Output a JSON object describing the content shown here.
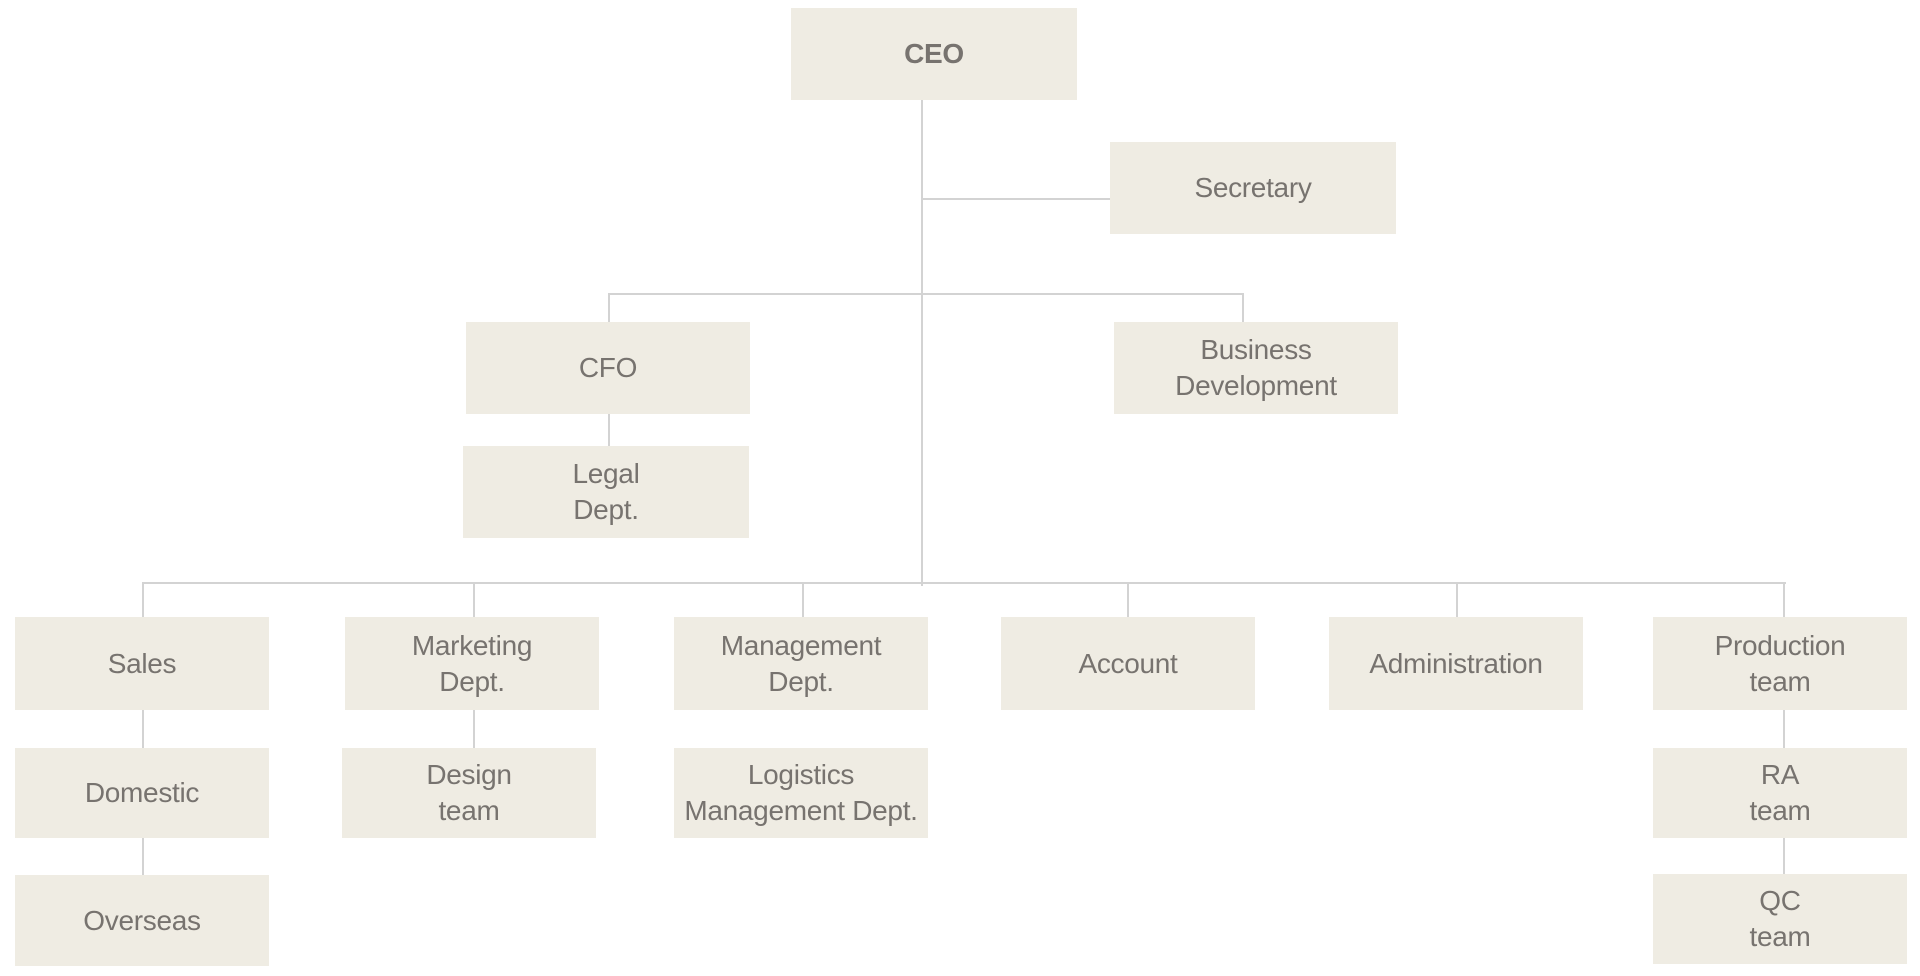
{
  "org_chart": {
    "ceo": "CEO",
    "secretary": "Secretary",
    "cfo": "CFO",
    "business_development": "Business\nDevelopment",
    "legal_dept": "Legal\nDept.",
    "sales": "Sales",
    "domestic": "Domestic",
    "overseas": "Overseas",
    "marketing_dept": "Marketing\nDept.",
    "design_team": "Design\nteam",
    "management_dept": "Management\nDept.",
    "logistics_management_dept": "Logistics\nManagement Dept.",
    "account": "Account",
    "administration": "Administration",
    "production_team": "Production\nteam",
    "ra_team": "RA\nteam",
    "qc_team": "QC\nteam"
  },
  "colors": {
    "box_fill": "#efece3",
    "text": "#77736f",
    "connector": "#d3d3d3"
  }
}
